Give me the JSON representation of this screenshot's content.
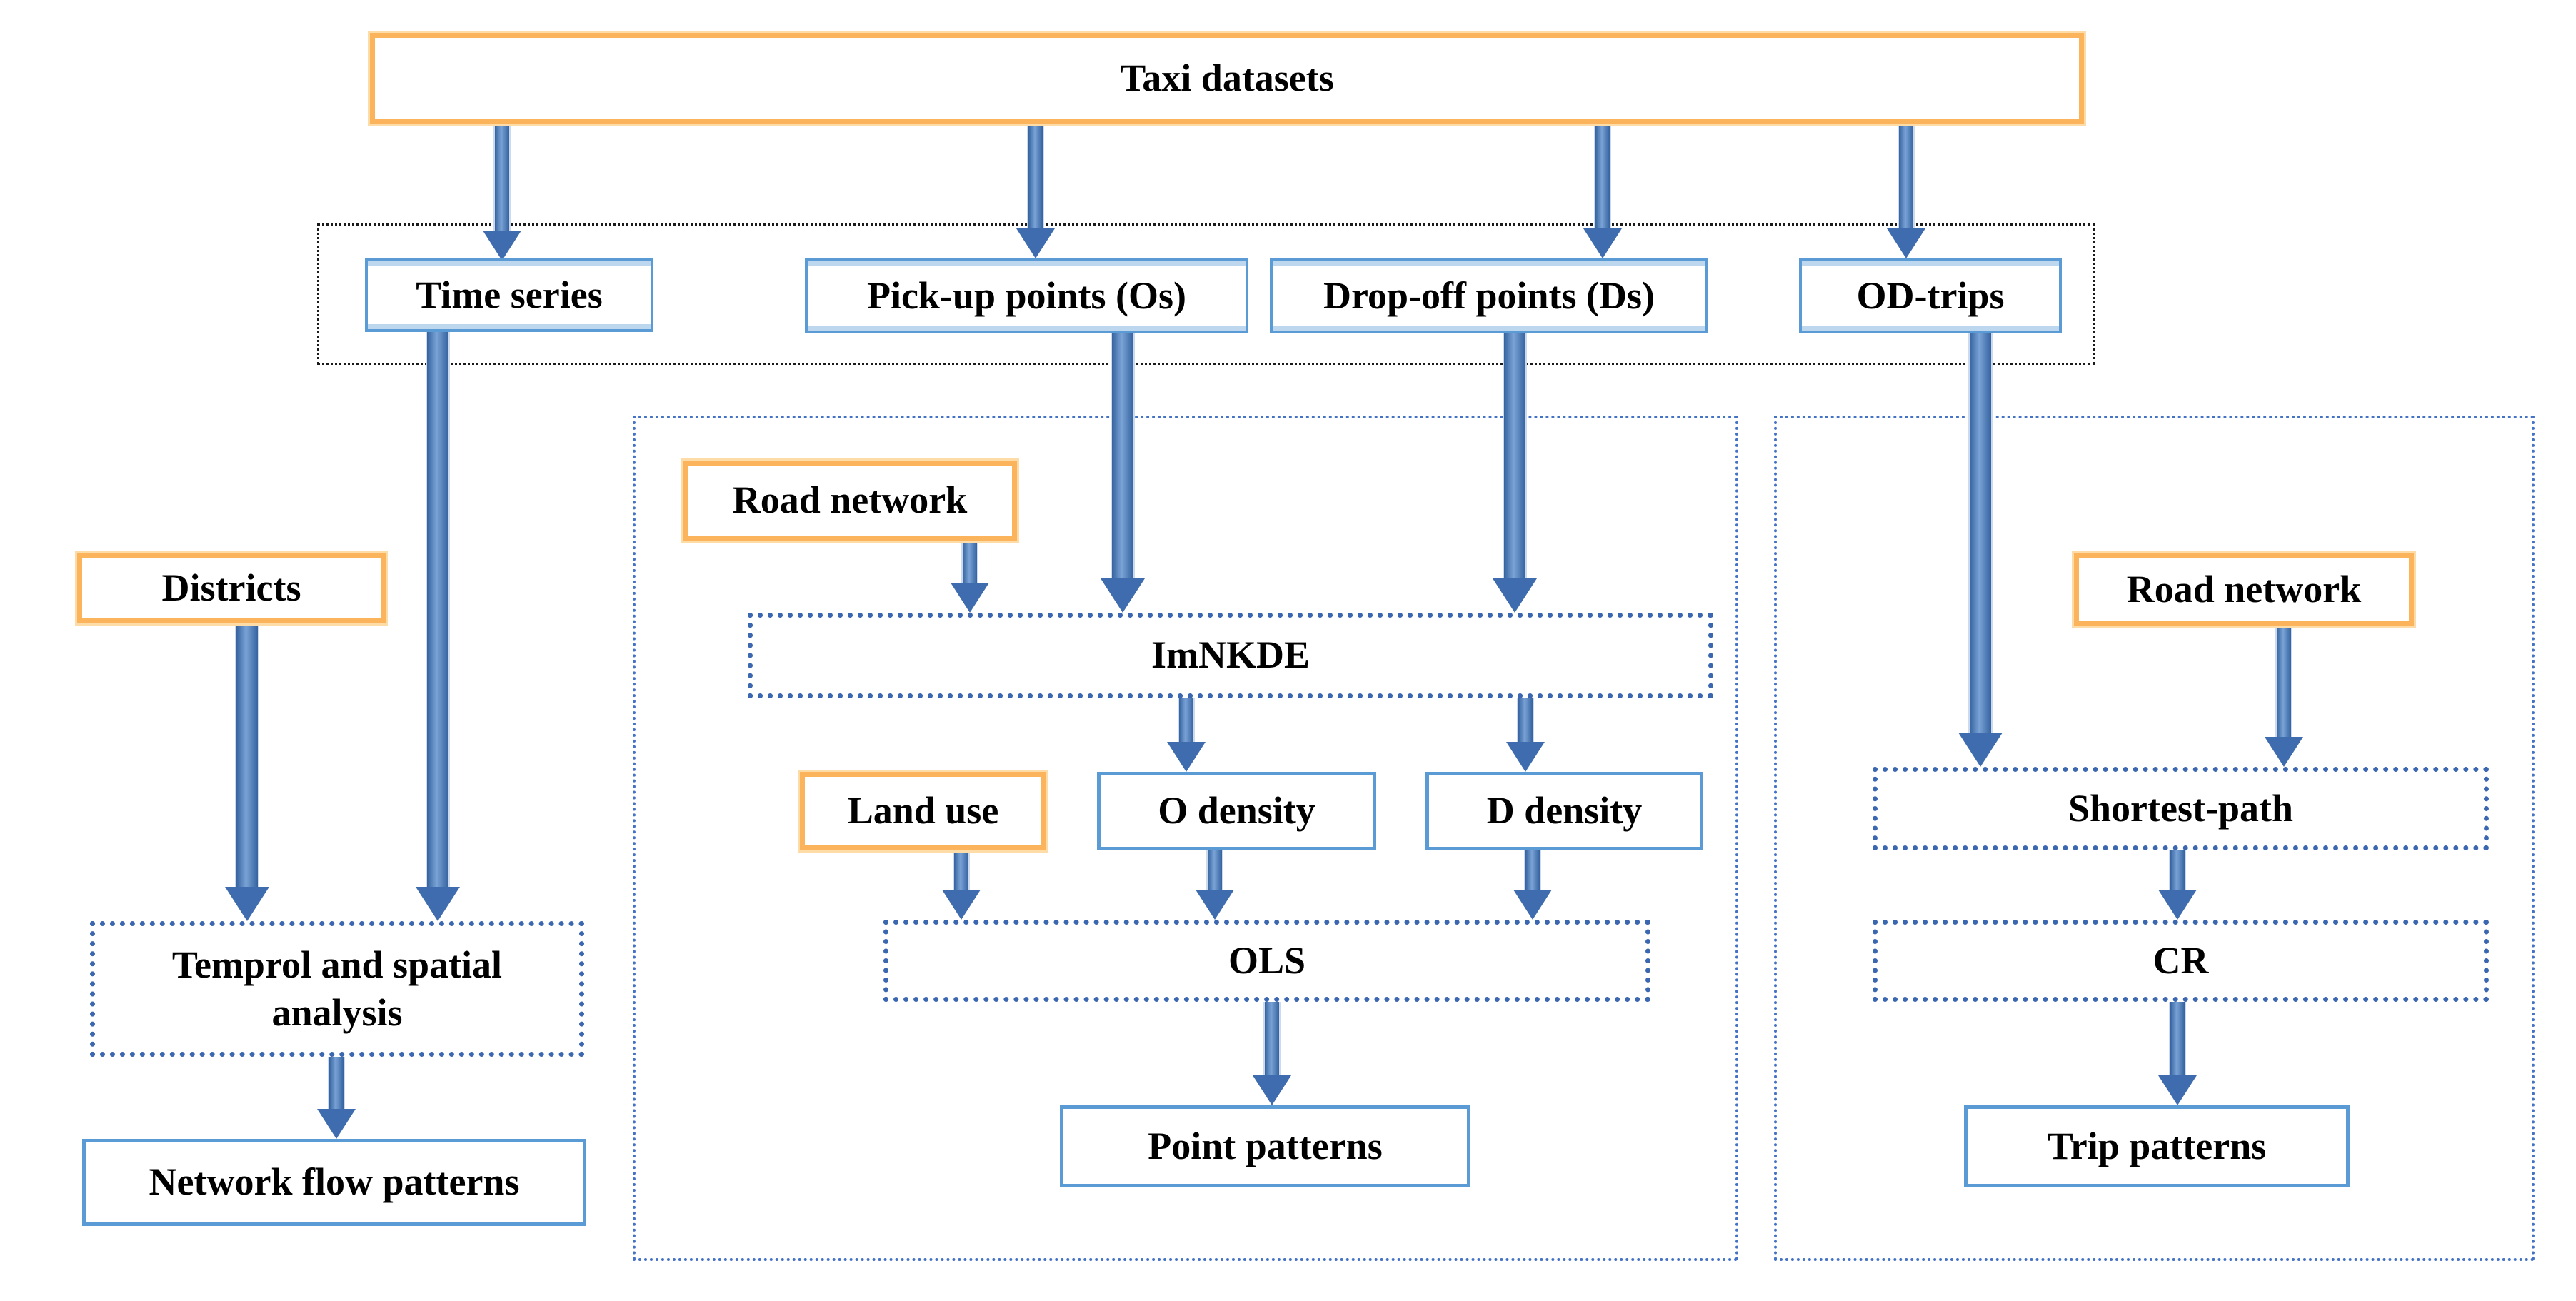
{
  "diagram_type": "flowchart",
  "nodes": {
    "taxi_datasets": "Taxi datasets",
    "time_series": "Time series",
    "pickup_points": "Pick-up points (Os)",
    "dropoff_points": "Drop-off points (Ds)",
    "od_trips": "OD-trips",
    "districts": "Districts",
    "temprol_spatial": "Temprol and spatial analysis",
    "network_flow_patterns": "Network flow patterns",
    "road_network_mid": "Road network",
    "imnkde": "ImNKDE",
    "land_use": "Land use",
    "o_density": "O density",
    "d_density": "D density",
    "ols": "OLS",
    "point_patterns": "Point patterns",
    "road_network_right": "Road network",
    "shortest_path": "Shortest-path",
    "cr": "CR",
    "trip_patterns": "Trip patterns"
  },
  "edges": [
    {
      "from": "taxi_datasets",
      "to": "time_series"
    },
    {
      "from": "taxi_datasets",
      "to": "pickup_points"
    },
    {
      "from": "taxi_datasets",
      "to": "dropoff_points"
    },
    {
      "from": "taxi_datasets",
      "to": "od_trips"
    },
    {
      "from": "time_series",
      "to": "temprol_spatial"
    },
    {
      "from": "districts",
      "to": "temprol_spatial"
    },
    {
      "from": "temprol_spatial",
      "to": "network_flow_patterns"
    },
    {
      "from": "pickup_points",
      "to": "imnkde"
    },
    {
      "from": "dropoff_points",
      "to": "imnkde"
    },
    {
      "from": "road_network_mid",
      "to": "imnkde"
    },
    {
      "from": "imnkde",
      "to": "o_density"
    },
    {
      "from": "imnkde",
      "to": "d_density"
    },
    {
      "from": "land_use",
      "to": "ols"
    },
    {
      "from": "o_density",
      "to": "ols"
    },
    {
      "from": "d_density",
      "to": "ols"
    },
    {
      "from": "ols",
      "to": "point_patterns"
    },
    {
      "from": "od_trips",
      "to": "shortest_path"
    },
    {
      "from": "road_network_right",
      "to": "shortest_path"
    },
    {
      "from": "shortest_path",
      "to": "cr"
    },
    {
      "from": "cr",
      "to": "trip_patterns"
    }
  ],
  "colors": {
    "orange_border": "#FBB45C",
    "blue_solid_border": "#5B9BD5",
    "blue_banded_inner": "#BDD7EE",
    "blue_dotted_border": "#3B66B0",
    "group_dotted_border": "#4472C4",
    "black_dotted_border": "#1A1A1A",
    "arrow_fill": "#3E6CAE",
    "arrow_highlight": "#7AA3D6",
    "text": "#000000",
    "background": "#FFFFFF"
  }
}
